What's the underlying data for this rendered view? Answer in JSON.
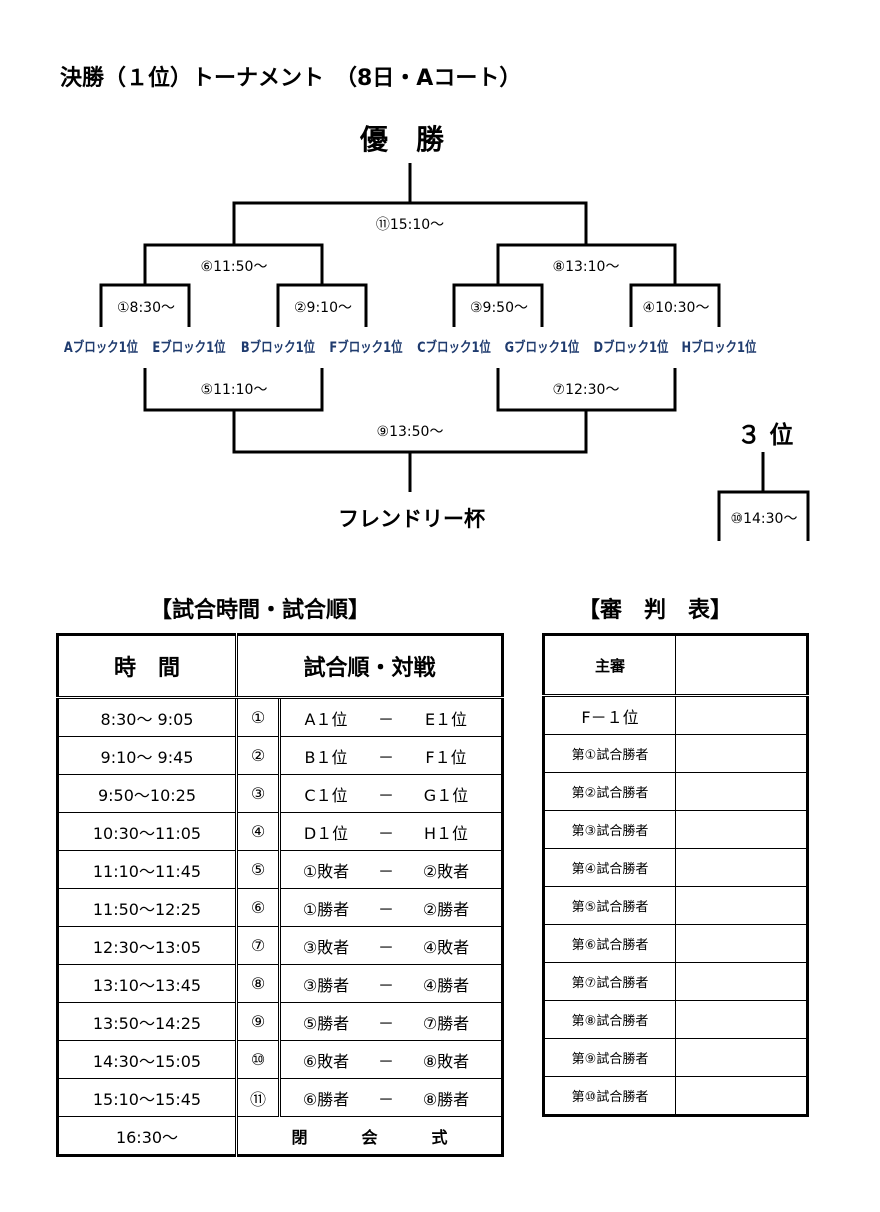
{
  "title": "決勝（１位）トーナメント　（8日・Aコート）",
  "bracket": {
    "champion": "優　勝",
    "third_place": "３ 位",
    "friendly": "フレンドリー杯",
    "times": {
      "m1": "①8:30～",
      "m2": "②9:10～",
      "m3": "③9:50～",
      "m4": "④10:30～",
      "m5": "⑤11:10～",
      "m6": "⑥11:50～",
      "m7": "⑦12:30～",
      "m8": "⑧13:10～",
      "m9": "⑨13:50～",
      "m10": "⑩14:30～",
      "m11": "⑪15:10～"
    },
    "teams": [
      "Aブロック1位",
      "Eブロック1位",
      "Bブロック1位",
      "Fブロック1位",
      "Cブロック1位",
      "Gブロック1位",
      "Dブロック1位",
      "Hブロック1位"
    ]
  },
  "schedule": {
    "section_title": "【試合時間・試合順】",
    "header_time": "時　間",
    "header_match": "試合順・対戦",
    "rows": [
      {
        "time": "8:30～ 9:05",
        "no": "①",
        "left": "A１位",
        "dash": "－",
        "right": "E１位"
      },
      {
        "time": "9:10～ 9:45",
        "no": "②",
        "left": "B１位",
        "dash": "－",
        "right": "F１位"
      },
      {
        "time": "9:50～10:25",
        "no": "③",
        "left": "C１位",
        "dash": "－",
        "right": "G１位"
      },
      {
        "time": "10:30～11:05",
        "no": "④",
        "left": "D１位",
        "dash": "－",
        "right": "H１位"
      },
      {
        "time": "11:10～11:45",
        "no": "⑤",
        "left": "①敗者",
        "dash": "－",
        "right": "②敗者"
      },
      {
        "time": "11:50～12:25",
        "no": "⑥",
        "left": "①勝者",
        "dash": "－",
        "right": "②勝者"
      },
      {
        "time": "12:30～13:05",
        "no": "⑦",
        "left": "③敗者",
        "dash": "－",
        "right": "④敗者"
      },
      {
        "time": "13:10～13:45",
        "no": "⑧",
        "left": "③勝者",
        "dash": "－",
        "right": "④勝者"
      },
      {
        "time": "13:50～14:25",
        "no": "⑨",
        "left": "⑤勝者",
        "dash": "－",
        "right": "⑦勝者"
      },
      {
        "time": "14:30～15:05",
        "no": "⑩",
        "left": "⑥敗者",
        "dash": "－",
        "right": "⑧敗者"
      },
      {
        "time": "15:10～15:45",
        "no": "⑪",
        "left": "⑥勝者",
        "dash": "－",
        "right": "⑧勝者"
      }
    ],
    "closing_time": "16:30～",
    "closing_chars": [
      "閉",
      "会",
      "式"
    ]
  },
  "referee": {
    "section_title": "【審　判　表】",
    "header": "主審",
    "rows": [
      "F－１位",
      "第①試合勝者",
      "第②試合勝者",
      "第③試合勝者",
      "第④試合勝者",
      "第⑤試合勝者",
      "第⑥試合勝者",
      "第⑦試合勝者",
      "第⑧試合勝者",
      "第⑨試合勝者",
      "第⑩試合勝者"
    ]
  }
}
